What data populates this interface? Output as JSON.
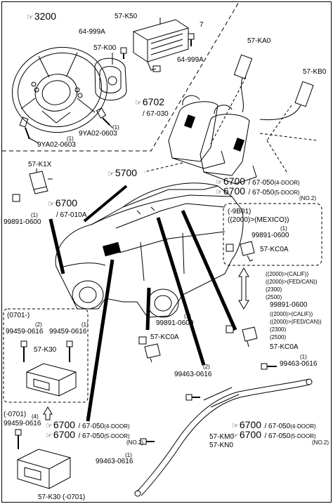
{
  "refs": {
    "r3200": "3200",
    "r5700": "5700",
    "r6702": "6702",
    "r6702_sub": "/ 67-030",
    "r6700_a": "6700",
    "r6700_a_sub": "/ 67-010A",
    "r6700_b1": "6700",
    "r6700_b1_sub": "/ 67-050",
    "r6700_b1_note": "(4-DOOR)",
    "r6700_b2": "6700",
    "r6700_b2_sub": "/ 67-050",
    "r6700_b2_note": "(5-DOOR)",
    "r6700_b2_no": "(NO.2)",
    "r6700_c1": "6700",
    "r6700_c1_sub": "/ 67-050",
    "r6700_c1_note": "(4-DOOR)",
    "r6700_c2": "6700",
    "r6700_c2_sub": "/ 67-050",
    "r6700_c2_note": "(5-DOOR)",
    "r6700_c2_no": "(NO.2)",
    "r6700_d1": "6700",
    "r6700_d1_sub": "/ 67-050",
    "r6700_d1_note": "(4-DOOR)",
    "r6700_d2": "6700",
    "r6700_d2_sub": "/ 67-050",
    "r6700_d2_note": "(5-DOOR)",
    "r6700_d2_no": "(NO.2)"
  },
  "parts": {
    "k50": "57-K50",
    "a999_top": "64-999A",
    "k00": "57-K00",
    "seven": "7",
    "a999_right": "64-999A",
    "ka0": "57-KA0",
    "kb0": "57-KB0",
    "ya02_1_qty": "(1)",
    "ya02_1": "9YA02-0603",
    "ya02_2_qty": "(1)",
    "ya02_2": "9YA02-0603",
    "k1x": "57-K1X",
    "p99891_a_qty": "(1)",
    "p99891_a": "99891-0600",
    "mexico_1": "(-9B01)",
    "mexico_2": "((2000)>(MEXICO))",
    "p99891_b_qty": "(1)",
    "p99891_b": "99891-0600",
    "kc0a_b": "57-KC0A",
    "calif_1": "((2000)>(CALIF))",
    "calif_2": "((2000)>(FED/CAN))",
    "calif_3": "(2300)",
    "calif_4": "(2500)",
    "p99891_c": "99891-0600",
    "calif_5": "((2000)>(CALIF))",
    "calif_6": "((2000)>(FED/CAN))",
    "calif_7": "(2300)",
    "calif_8": "(2500)",
    "kc0a_c": "57-KC0A",
    "p99463_c_qty": "(1)",
    "p99463_c": "99463-0616",
    "box0701": "(0701-)",
    "p99459_l_qty": "(2)",
    "p99459_l": "99459-0616",
    "p99459_r_qty": "(1)",
    "p99459_r": "99459-0616",
    "k30": "57-K30",
    "p99891_d_qty": "(1)",
    "p99891_d": "99891-0600",
    "kc0a_d": "57-KC0A",
    "p99463_d_qty": "(2)",
    "p99463_d": "99463-0616",
    "km0": "57-KM0",
    "kn0": "57-KN0",
    "minus0701": "(-0701)",
    "p99459_b_qty": "(4)",
    "p99459_b": "99459-0616",
    "p99463_e_qty": "(1)",
    "p99463_e": "99463-0616",
    "k30_bottom": "57-K30 (-0701)"
  }
}
